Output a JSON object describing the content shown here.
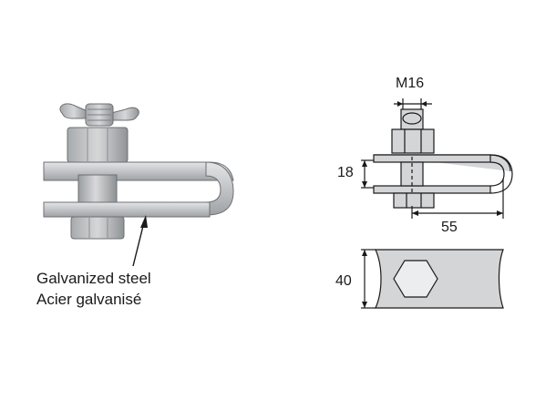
{
  "material": {
    "line1": "Galvanized steel",
    "line2": "Acier galvanisé"
  },
  "dimensions": {
    "thread": "M16",
    "height": "18",
    "length": "55",
    "width": "40"
  },
  "colors": {
    "metal": "#c4c6c8",
    "metal_dark": "#8e9194",
    "line": "#1a1a1a",
    "drawing_fill": "#d4d5d7"
  }
}
